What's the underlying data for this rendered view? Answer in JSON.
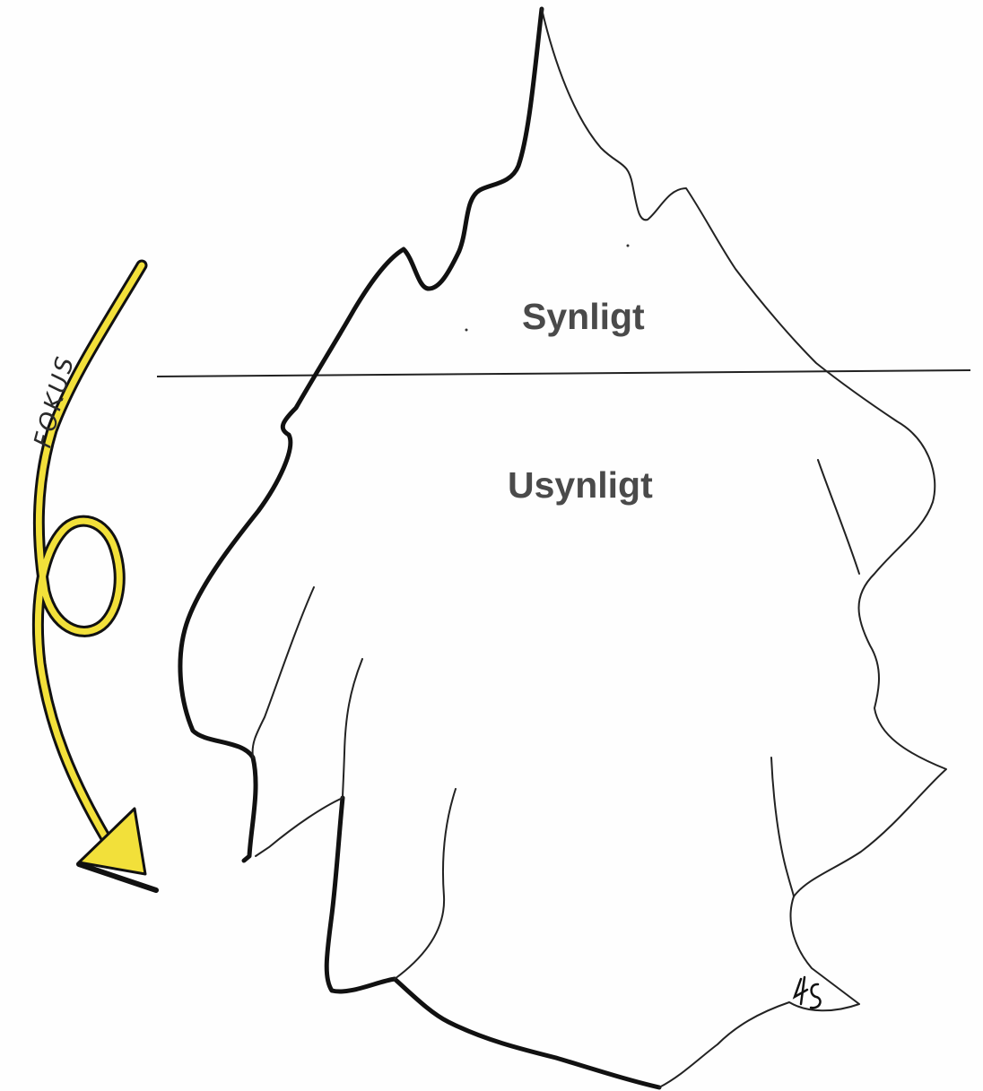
{
  "labels": {
    "visible": "Synligt",
    "invisible": "Usynligt",
    "focus": "FOKUS"
  },
  "signature": "4S",
  "colors": {
    "ink": "#111111",
    "label_text": "#4a4a4a",
    "arrow_yellow": "#f2e03a",
    "paper": "#fefefe"
  }
}
